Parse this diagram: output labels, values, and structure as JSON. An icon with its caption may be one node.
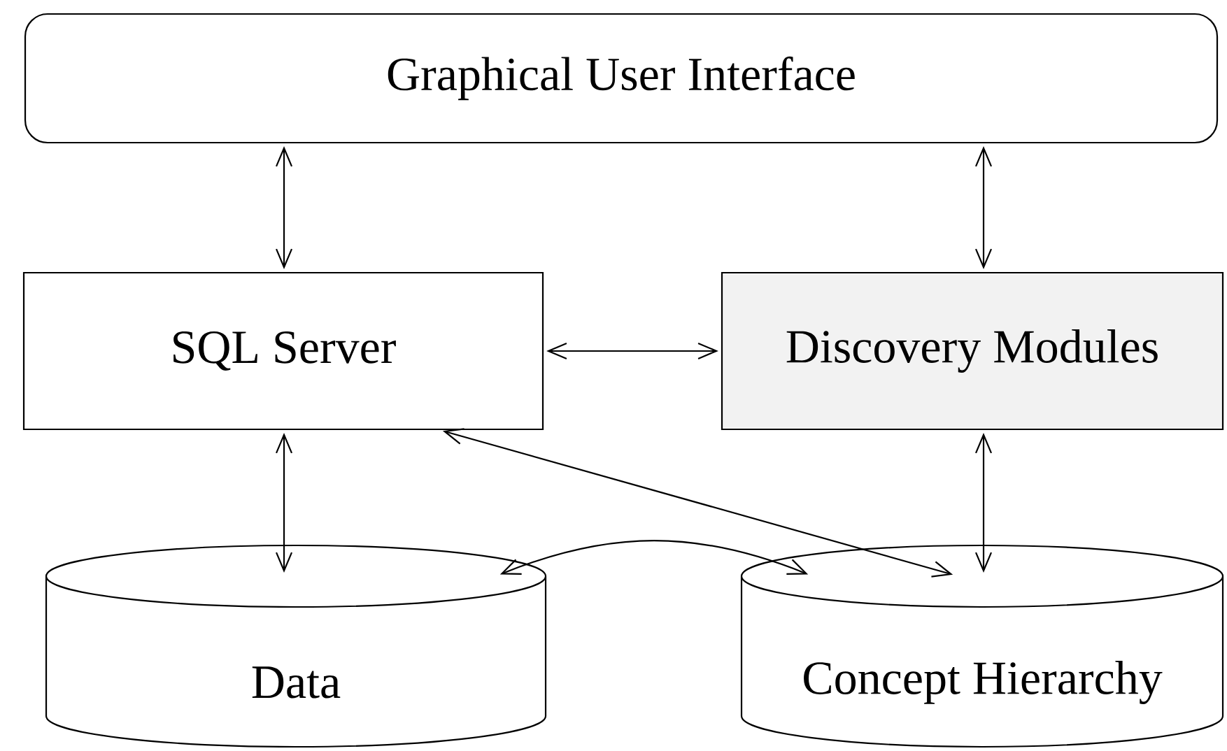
{
  "diagram": {
    "nodes": [
      {
        "text": [
          "Graphical User Interface"
        ]
      },
      {
        "text": [
          "SQL Server"
        ]
      },
      {
        "text": [
          "Discovery Modules"
        ]
      },
      {
        "text": [
          "Data"
        ]
      },
      {
        "text": [
          "Concept Hierarchy"
        ]
      }
    ],
    "edges": [
      {
        "from": 0,
        "to": 1,
        "arrow": "both"
      },
      {
        "from": 0,
        "to": 2,
        "arrow": "both"
      },
      {
        "from": 1,
        "to": 2,
        "arrow": "both"
      },
      {
        "from": 1,
        "to": 3,
        "arrow": "both"
      },
      {
        "from": 1,
        "to": 4,
        "arrow": "both"
      },
      {
        "from": 2,
        "to": 4,
        "arrow": "both"
      },
      {
        "from": 3,
        "to": 4,
        "arrow": "both"
      }
    ]
  }
}
